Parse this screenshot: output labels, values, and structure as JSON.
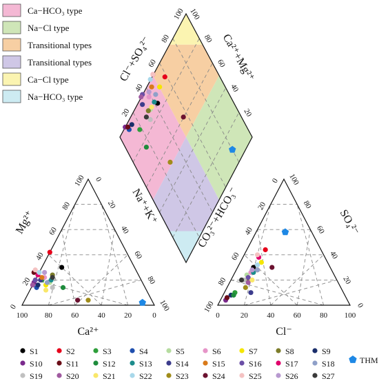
{
  "legend_types": [
    {
      "label": "Ca−HCO₃ type",
      "color": "#f4b8d4"
    },
    {
      "label": "Na−Cl type",
      "color": "#cfe6b8"
    },
    {
      "label": "Transitional types",
      "color": "#f7cfa3"
    },
    {
      "label": "Transitional types",
      "color": "#cfc7e6"
    },
    {
      "label": "Ca−Cl type",
      "color": "#fbf4b1"
    },
    {
      "label": "Na−HCO₃ type",
      "color": "#cdebf2"
    }
  ],
  "axis_labels": {
    "left_tri_left": "Mg²⁺",
    "left_tri_bottom": "Ca²⁺",
    "right_tri_left": "CO₃²⁻+HCO₃⁻",
    "right_tri_right": "SO₄²⁻",
    "right_tri_bottom": "Cl⁻",
    "diamond_upper_left": "Cl⁻+SO₄²⁻",
    "diamond_upper_right": "Ca²⁺+Mg²⁺",
    "diamond_lower_left": "Na⁺+K⁺",
    "diamond_lower_right": "CO₃²⁻+HCO₃⁻"
  },
  "tick_labels": {
    "left_tri_left_axis": [
      "0",
      "20",
      "40",
      "60",
      "80",
      "100"
    ],
    "left_tri_right_axis": [
      "0",
      "20",
      "40",
      "60",
      "80",
      "100"
    ],
    "left_tri_bottom_axis": [
      "100",
      "80",
      "60",
      "40",
      "20",
      "0"
    ],
    "right_tri_left_axis": [
      "100",
      "80",
      "60",
      "40",
      "20",
      "0"
    ],
    "right_tri_right_axis": [
      "100",
      "80",
      "60",
      "40",
      "20",
      "0"
    ],
    "right_tri_bottom_axis": [
      "0",
      "20",
      "40",
      "60",
      "80",
      "100"
    ],
    "diamond_left_axis": [
      "100",
      "80",
      "60",
      "40",
      "20"
    ],
    "diamond_right_axis": [
      "100",
      "80",
      "60",
      "40",
      "20"
    ]
  },
  "series_legend": [
    {
      "name": "S1",
      "color": "#000000",
      "marker": "circle"
    },
    {
      "name": "S2",
      "color": "#e6001a",
      "marker": "circle"
    },
    {
      "name": "S3",
      "color": "#2e9e3a",
      "marker": "circle"
    },
    {
      "name": "S4",
      "color": "#1f4fae",
      "marker": "circle"
    },
    {
      "name": "S5",
      "color": "#b6dca0",
      "marker": "circle"
    },
    {
      "name": "S6",
      "color": "#e695c8",
      "marker": "circle"
    },
    {
      "name": "S7",
      "color": "#f5e600",
      "marker": "circle"
    },
    {
      "name": "S8",
      "color": "#7d7d2a",
      "marker": "circle"
    },
    {
      "name": "S9",
      "color": "#1a2f6b",
      "marker": "circle"
    },
    {
      "name": "S10",
      "color": "#7a2a8c",
      "marker": "circle"
    },
    {
      "name": "S11",
      "color": "#6b0d17",
      "marker": "circle"
    },
    {
      "name": "S12",
      "color": "#1e8c3c",
      "marker": "circle"
    },
    {
      "name": "S13",
      "color": "#1c8c8c",
      "marker": "circle"
    },
    {
      "name": "S14",
      "color": "#3c3c8c",
      "marker": "circle"
    },
    {
      "name": "S15",
      "color": "#d97a1a",
      "marker": "circle"
    },
    {
      "name": "S16",
      "color": "#6b4fa6",
      "marker": "circle"
    },
    {
      "name": "S17",
      "color": "#e0006b",
      "marker": "circle"
    },
    {
      "name": "S18",
      "color": "#8fa0c8",
      "marker": "circle"
    },
    {
      "name": "S19",
      "color": "#c0c0c0",
      "marker": "circle"
    },
    {
      "name": "S20",
      "color": "#a05aa0",
      "marker": "circle"
    },
    {
      "name": "S21",
      "color": "#f9e76a",
      "marker": "circle"
    },
    {
      "name": "S22",
      "color": "#a8d8ea",
      "marker": "circle"
    },
    {
      "name": "S23",
      "color": "#a08c1a",
      "marker": "circle"
    },
    {
      "name": "S24",
      "color": "#6b1230",
      "marker": "circle"
    },
    {
      "name": "S25",
      "color": "#f4c2c2",
      "marker": "circle"
    },
    {
      "name": "S26",
      "color": "#b89ad0",
      "marker": "circle"
    },
    {
      "name": "S27",
      "color": "#3a3a3a",
      "marker": "circle"
    },
    {
      "name": "THM",
      "color": "#1e88e5",
      "marker": "pentagon"
    }
  ],
  "chart_data": {
    "type": "scatter",
    "subtype": "piper diagram",
    "grid": true,
    "cation_triangle": {
      "xlabel": "Ca²⁺",
      "ylabel": "Mg²⁺",
      "third_component": "Na⁺+K⁺",
      "points": [
        {
          "name": "S1",
          "ca": 55,
          "mg": 30
        },
        {
          "name": "S2",
          "ca": 58,
          "mg": 42
        },
        {
          "name": "S3",
          "ca": 75,
          "mg": 20
        },
        {
          "name": "S4",
          "ca": 82,
          "mg": 14
        },
        {
          "name": "S5",
          "ca": 70,
          "mg": 18
        },
        {
          "name": "S6",
          "ca": 72,
          "mg": 22
        },
        {
          "name": "S7",
          "ca": 74,
          "mg": 16
        },
        {
          "name": "S8",
          "ca": 65,
          "mg": 24
        },
        {
          "name": "S9",
          "ca": 80,
          "mg": 16
        },
        {
          "name": "S10",
          "ca": 82,
          "mg": 18
        },
        {
          "name": "S11",
          "ca": 78,
          "mg": 26
        },
        {
          "name": "S12",
          "ca": 62,
          "mg": 14
        },
        {
          "name": "S13",
          "ca": 68,
          "mg": 20
        },
        {
          "name": "S14",
          "ca": 76,
          "mg": 20
        },
        {
          "name": "S15",
          "ca": 74,
          "mg": 22
        },
        {
          "name": "S16",
          "ca": 80,
          "mg": 20
        },
        {
          "name": "S17",
          "ca": 76,
          "mg": 24
        },
        {
          "name": "S18",
          "ca": 72,
          "mg": 18
        },
        {
          "name": "S19",
          "ca": 70,
          "mg": 14
        },
        {
          "name": "S20",
          "ca": 84,
          "mg": 16
        },
        {
          "name": "S21",
          "ca": 76,
          "mg": 12
        },
        {
          "name": "S22",
          "ca": 74,
          "mg": 26
        },
        {
          "name": "S23",
          "ca": 48,
          "mg": 4
        },
        {
          "name": "S24",
          "ca": 56,
          "mg": 4
        },
        {
          "name": "S25",
          "ca": 76,
          "mg": 28
        },
        {
          "name": "S26",
          "ca": 70,
          "mg": 26
        },
        {
          "name": "S27",
          "ca": 66,
          "mg": 22
        },
        {
          "name": "THM",
          "ca": 8,
          "mg": 2
        }
      ]
    },
    "anion_triangle": {
      "xlabel": "Cl⁻",
      "ylabel": "CO₃²⁻+HCO₃⁻",
      "rlabel": "SO₄²⁻",
      "points": [
        {
          "name": "S1",
          "cl": 12,
          "so4": 30
        },
        {
          "name": "S2",
          "cl": 14,
          "so4": 44
        },
        {
          "name": "S3",
          "cl": 8,
          "so4": 10
        },
        {
          "name": "S4",
          "cl": 4,
          "so4": 6
        },
        {
          "name": "S5",
          "cl": 10,
          "so4": 24
        },
        {
          "name": "S6",
          "cl": 12,
          "so4": 26
        },
        {
          "name": "S7",
          "cl": 16,
          "so4": 34
        },
        {
          "name": "S8",
          "cl": 12,
          "so4": 20
        },
        {
          "name": "S9",
          "cl": 6,
          "so4": 8
        },
        {
          "name": "S10",
          "cl": 4,
          "so4": 4
        },
        {
          "name": "S11",
          "cl": 4,
          "so4": 6
        },
        {
          "name": "S12",
          "cl": 8,
          "so4": 8
        },
        {
          "name": "S13",
          "cl": 14,
          "so4": 26
        },
        {
          "name": "S14",
          "cl": 20,
          "so4": 10
        },
        {
          "name": "S15",
          "cl": 16,
          "so4": 28
        },
        {
          "name": "S16",
          "cl": 12,
          "so4": 22
        },
        {
          "name": "S17",
          "cl": 12,
          "so4": 38
        },
        {
          "name": "S18",
          "cl": 16,
          "so4": 28
        },
        {
          "name": "S19",
          "cl": 10,
          "so4": 20
        },
        {
          "name": "S20",
          "cl": 14,
          "so4": 18
        },
        {
          "name": "S21",
          "cl": 16,
          "so4": 20
        },
        {
          "name": "S22",
          "cl": 14,
          "so4": 32
        },
        {
          "name": "S23",
          "cl": 14,
          "so4": 14
        },
        {
          "name": "S24",
          "cl": 26,
          "so4": 30
        },
        {
          "name": "S25",
          "cl": 10,
          "so4": 40
        },
        {
          "name": "S26",
          "cl": 12,
          "so4": 28
        },
        {
          "name": "S27",
          "cl": 8,
          "so4": 20
        },
        {
          "name": "THM",
          "cl": 22,
          "so4": 58
        }
      ]
    },
    "diamond": {
      "points": [
        {
          "name": "S1",
          "clso4": 42,
          "camg": 85
        },
        {
          "name": "S2",
          "clso4": 58,
          "camg": 90
        },
        {
          "name": "S3",
          "clso4": 18,
          "camg": 88
        },
        {
          "name": "S4",
          "clso4": 10,
          "camg": 96
        },
        {
          "name": "S5",
          "clso4": 34,
          "camg": 88
        },
        {
          "name": "S6",
          "clso4": 38,
          "camg": 94
        },
        {
          "name": "S7",
          "clso4": 50,
          "camg": 90
        },
        {
          "name": "S8",
          "clso4": 32,
          "camg": 89
        },
        {
          "name": "S9",
          "clso4": 14,
          "camg": 96
        },
        {
          "name": "S10",
          "clso4": 8,
          "camg": 100
        },
        {
          "name": "S11",
          "clso4": 10,
          "camg": 98
        },
        {
          "name": "S12",
          "clso4": 16,
          "camg": 76
        },
        {
          "name": "S13",
          "clso4": 40,
          "camg": 88
        },
        {
          "name": "S14",
          "clso4": 30,
          "camg": 96
        },
        {
          "name": "S15",
          "clso4": 44,
          "camg": 96
        },
        {
          "name": "S16",
          "clso4": 34,
          "camg": 100
        },
        {
          "name": "S17",
          "clso4": 50,
          "camg": 100
        },
        {
          "name": "S18",
          "clso4": 44,
          "camg": 90
        },
        {
          "name": "S19",
          "clso4": 30,
          "camg": 84
        },
        {
          "name": "S20",
          "clso4": 32,
          "camg": 100
        },
        {
          "name": "S21",
          "clso4": 36,
          "camg": 88
        },
        {
          "name": "S22",
          "clso4": 46,
          "camg": 100
        },
        {
          "name": "S23",
          "clso4": 28,
          "camg": 52
        },
        {
          "name": "S24",
          "clso4": 56,
          "camg": 60
        },
        {
          "name": "S25",
          "clso4": 50,
          "camg": 100
        },
        {
          "name": "S26",
          "clso4": 40,
          "camg": 96
        },
        {
          "name": "S27",
          "clso4": 28,
          "camg": 88
        },
        {
          "name": "THM",
          "clso4": 80,
          "camg": 10
        }
      ]
    }
  }
}
